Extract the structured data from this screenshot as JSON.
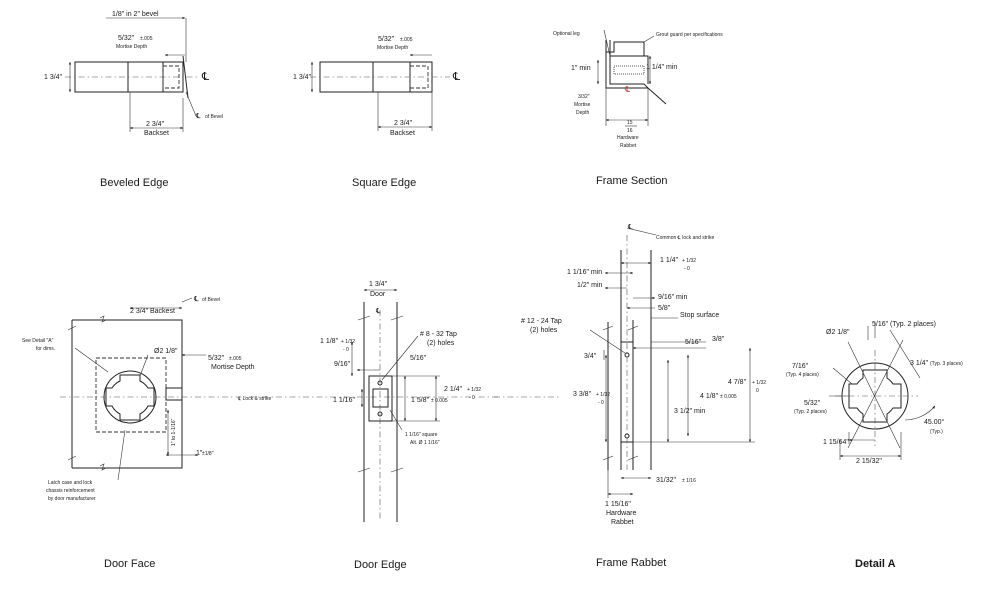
{
  "titles": {
    "beveled": "Beveled Edge",
    "square": "Square Edge",
    "frame_section": "Frame Section",
    "door_face": "Door Face",
    "door_edge": "Door Edge",
    "frame_rabbet": "Frame Rabbet",
    "detail_a": "Detail A"
  },
  "beveled": {
    "bevel": "1/8\" in 2\" bevel",
    "mortise_dim": "5/32\"",
    "mortise_tol": "±.005",
    "mortise_label": "Mortise Depth",
    "thickness": "1 3/4\"",
    "cl": "℄",
    "cl_bevel": "℄",
    "cl_bevel_text": "of Bevel",
    "backset_dim": "2 3/4\"",
    "backset_label": "Backset"
  },
  "square": {
    "mortise_dim": "5/32\"",
    "mortise_tol": "±.005",
    "mortise_label": "Mortise Depth",
    "thickness": "1 3/4\"",
    "cl": "℄",
    "backset_dim": "2 3/4\"",
    "backset_label": "Backset"
  },
  "frame_section": {
    "optional_leg": "Optional leg",
    "grout": "Grout guard per specifications",
    "min1": "1\"  min",
    "min114": "1 1/4\"  min",
    "mortise1": "3/32\"",
    "mortise2": "Mortise",
    "mortise3": "Depth",
    "cl": "℄",
    "rabbet_num": "15",
    "rabbet_den": "16",
    "rabbet1": "Hardware",
    "rabbet2": "Rabbet"
  },
  "door_face": {
    "backest": "2 3/4\" Backest",
    "cl_bevel": "℄",
    "cl_bevel_text": "of Bevel",
    "see_detail1": "See Detail \"A\"",
    "see_detail2": "for dims.",
    "dia": "Ø2 1/8\"",
    "mortise_dim": "5/32\"",
    "mortise_tol": "±.005",
    "mortise_label": "Mortise Depth",
    "lock_strike": "℄ Lock & strike",
    "v_dim": "1\" to 1-1/16\"",
    "h_dim": "1\"",
    "h_tol": "±1/8\"",
    "latch1": "Latch case and lock",
    "latch2": "chassis reinforcement",
    "latch3": "by door manufacturer"
  },
  "door_edge": {
    "thk": "1 3/4\"",
    "door": "Door",
    "cl": "℄",
    "d118": "1 1/8\"",
    "d118_tp": "+ 1/32",
    "d118_tm": "- 0",
    "tap1": "# 8 - 32 Tap",
    "tap2": "(2) holes",
    "d916": "9/16\"",
    "d516": "5/16\"",
    "d214": "2 1/4\"",
    "d214_tp": "+ 1/32",
    "d214_tm": "- 0",
    "d1116": "1 1/16\"",
    "d158": "1 5/8\"",
    "d158_t": "± 0.005",
    "sq1": "1 1/16\" square",
    "sq2": "Alt. Ø 1 1/16\""
  },
  "frame_rabbet": {
    "cl": "℄",
    "common": "Common ℄ lock and strike",
    "d114": "1 1/4\"",
    "d114_tp": "+ 1/32",
    "d114_tm": "- 0",
    "d1116min": "1 1/16\" min",
    "d12min": "1/2\" min",
    "d916min": "9/16\" min",
    "d58": "5/8\"",
    "tap1": "# 12 - 24 Tap",
    "tap2": "(2) holes",
    "stop": "Stop surface",
    "d516": "5/16\"",
    "d38": "3/8\"",
    "d34": "3/4\"",
    "d478": "4 7/8\"",
    "d478_tp": "+ 1/32",
    "d478_tm": "0",
    "d338": "3 3/8\"",
    "d338_tp": "+ 1/32",
    "d338_tm": "- 0",
    "d418": "4 1/8\"",
    "d418_t": "± 0.005",
    "d312min": "3 1/2\" min",
    "d3132": "31/32\"",
    "d3132_t": "± 1/16",
    "rab1": "1 15/16\"",
    "rab2": "Hardware",
    "rab3": "Rabbet"
  },
  "detail_a": {
    "dia": "Ø2 1/8\"",
    "d516": "5/16\" (Typ. 2 places)",
    "d716": "7/16\"",
    "d716_t": "(Typ. 4 places)",
    "d314": "3 1/4\"",
    "d314_t": "(Typ. 3 places)",
    "d532": "5/32\"",
    "d532_t": "(Typ. 2 places)",
    "angle": "45.00°",
    "angle_t": "(Typ.)",
    "d11564": "1 15/64\"",
    "d21532": "2 15/32\""
  }
}
